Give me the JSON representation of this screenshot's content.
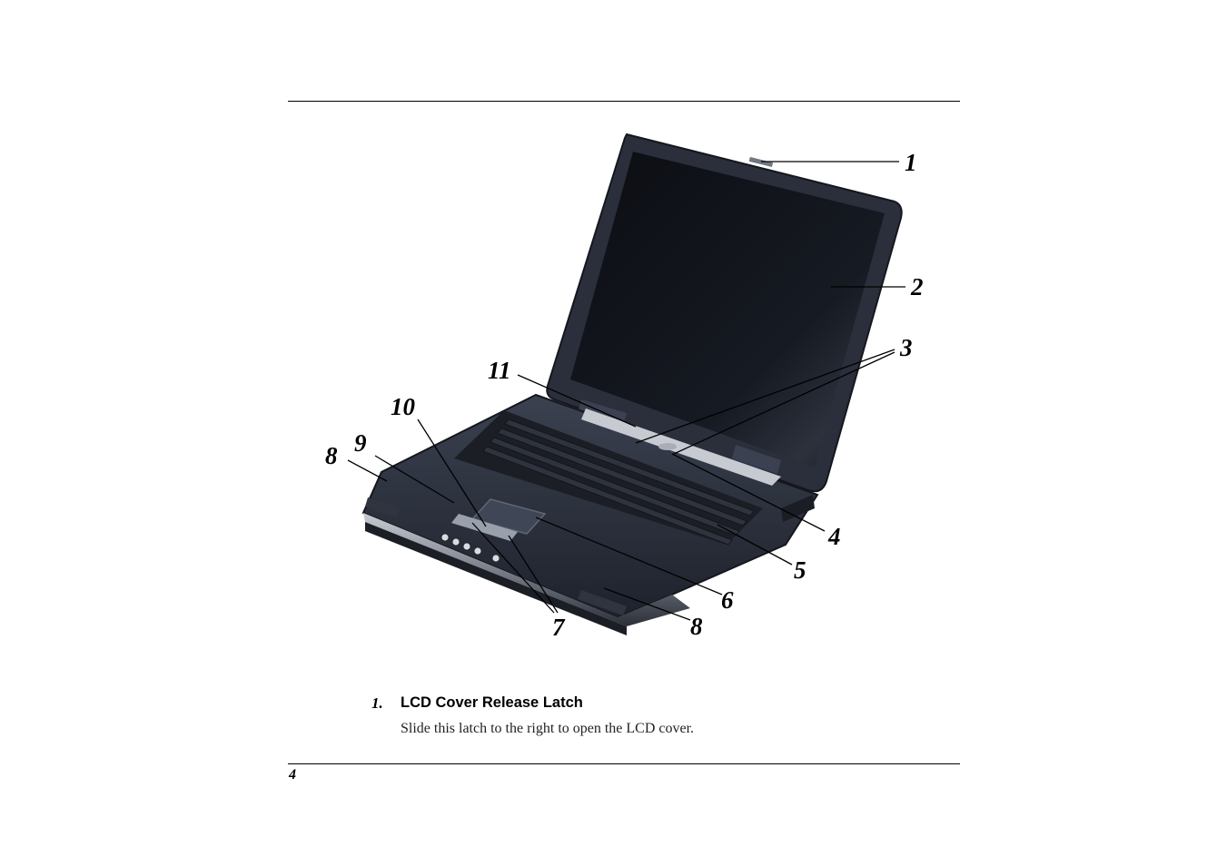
{
  "figure": {
    "callouts": [
      "1",
      "2",
      "3",
      "4",
      "5",
      "6",
      "7",
      "8",
      "8",
      "9",
      "10",
      "11"
    ]
  },
  "item": {
    "number": "1.",
    "title": "LCD Cover Release Latch",
    "description": "Slide this latch to the right to open the LCD cover."
  },
  "page": {
    "number": "4"
  }
}
